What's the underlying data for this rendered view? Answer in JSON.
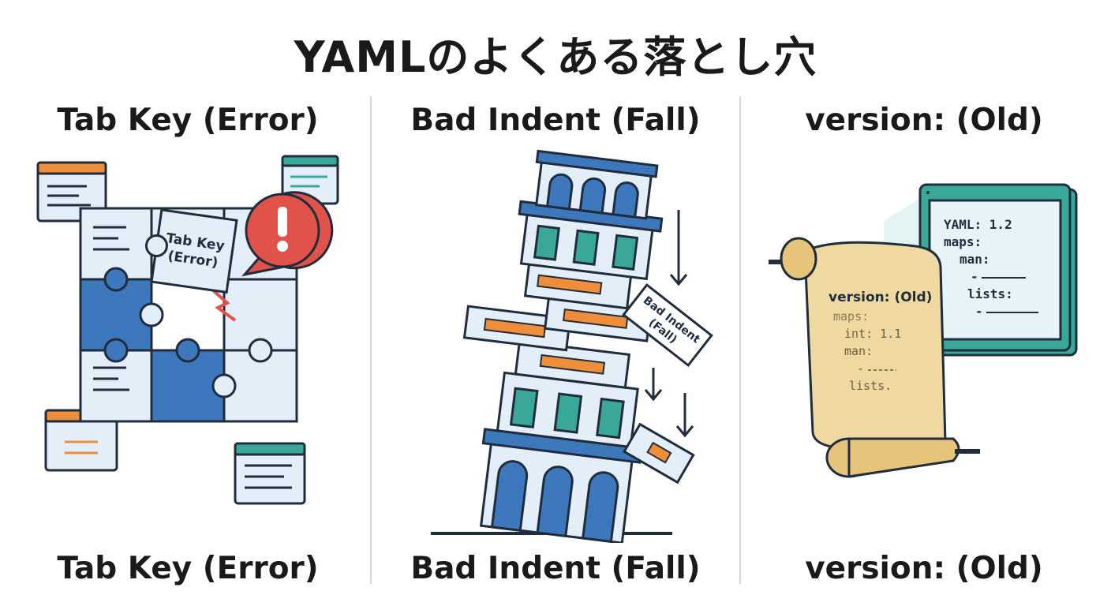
{
  "title": "YAMLのよくある落とし穴",
  "columns": [
    {
      "heading": "Tab Key (Error)",
      "caption": "Tab Key (Error)",
      "piece_label_line1": "Tab Key",
      "piece_label_line2": "(Error)"
    },
    {
      "heading": "Bad Indent (Fall)",
      "caption": "Bad Indent (Fall)",
      "block_label_line1": "Bad Indent",
      "block_label_line2": "(Fall)"
    },
    {
      "heading": "version: (Old)",
      "caption": "version: (Old)",
      "scroll_lines": [
        "version: (Old)",
        "maps:",
        "int: 1.1",
        "man:",
        "-",
        "lists."
      ],
      "screen_lines": [
        "YAML: 1.2",
        "maps:",
        "man:",
        "-",
        "lists:",
        "-"
      ]
    }
  ],
  "colors": {
    "blue": "#3d78bd",
    "light_blue": "#e4eef8",
    "orange": "#ef8e3a",
    "teal": "#3aa899",
    "red": "#e0524a",
    "parchment": "#f0d9a0"
  }
}
